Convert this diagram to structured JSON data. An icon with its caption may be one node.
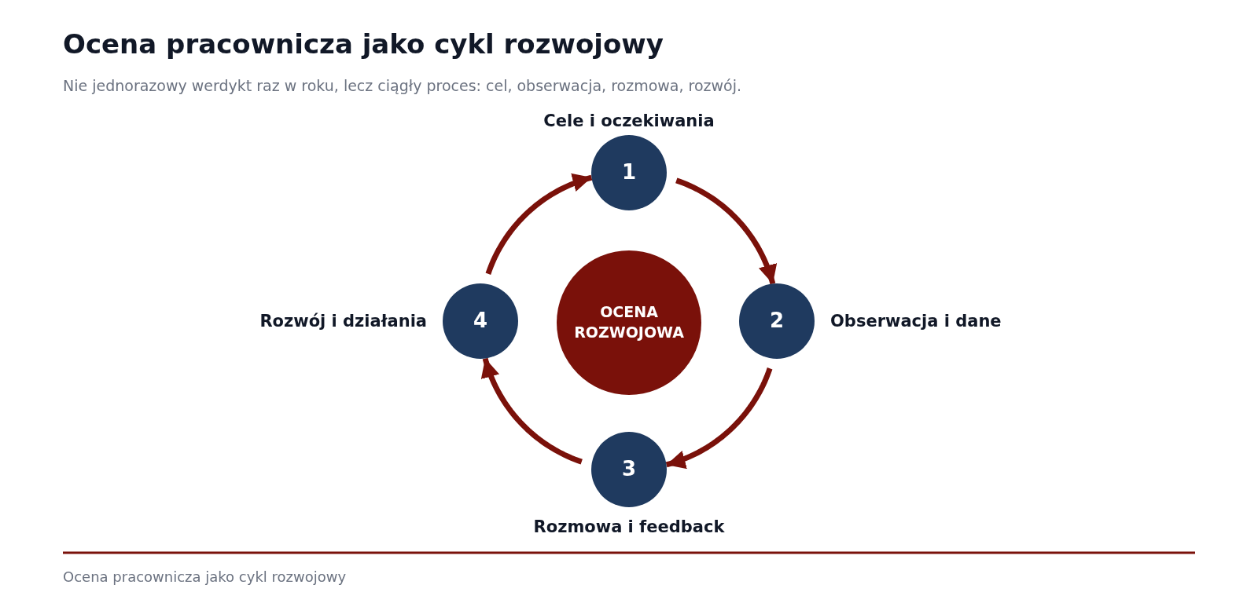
{
  "diagram": {
    "title": "Ocena pracownicza jako cykl rozwojowy",
    "caption": "Nie jednorazowy werdykt raz w roku, lecz ciągły proces: cel, obserwacja, rozmowa, rozwój.",
    "nodes": [
      {
        "text": [
          "1"
        ],
        "beside": [
          "Cele i oczekiwania"
        ]
      },
      {
        "text": [
          "OCENA ROZWOJOWA"
        ]
      },
      {
        "text": [
          "4"
        ],
        "beside": [
          "Rozwój i działania"
        ]
      },
      {
        "text": [
          "2"
        ],
        "beside": [
          "Obserwacja i dane"
        ]
      },
      {
        "text": [
          "3"
        ],
        "beside": [
          "Rozmowa i feedback"
        ]
      }
    ],
    "edges": [
      {
        "from": 0,
        "to": 3,
        "arrow": "to"
      },
      {
        "from": 3,
        "to": 4,
        "arrow": "to"
      },
      {
        "from": 4,
        "to": 2,
        "arrow": "to"
      },
      {
        "from": 2,
        "to": 0,
        "arrow": "to"
      }
    ],
    "labels": [
      "Ocena pracownicza jako cykl rozwojowy"
    ]
  }
}
